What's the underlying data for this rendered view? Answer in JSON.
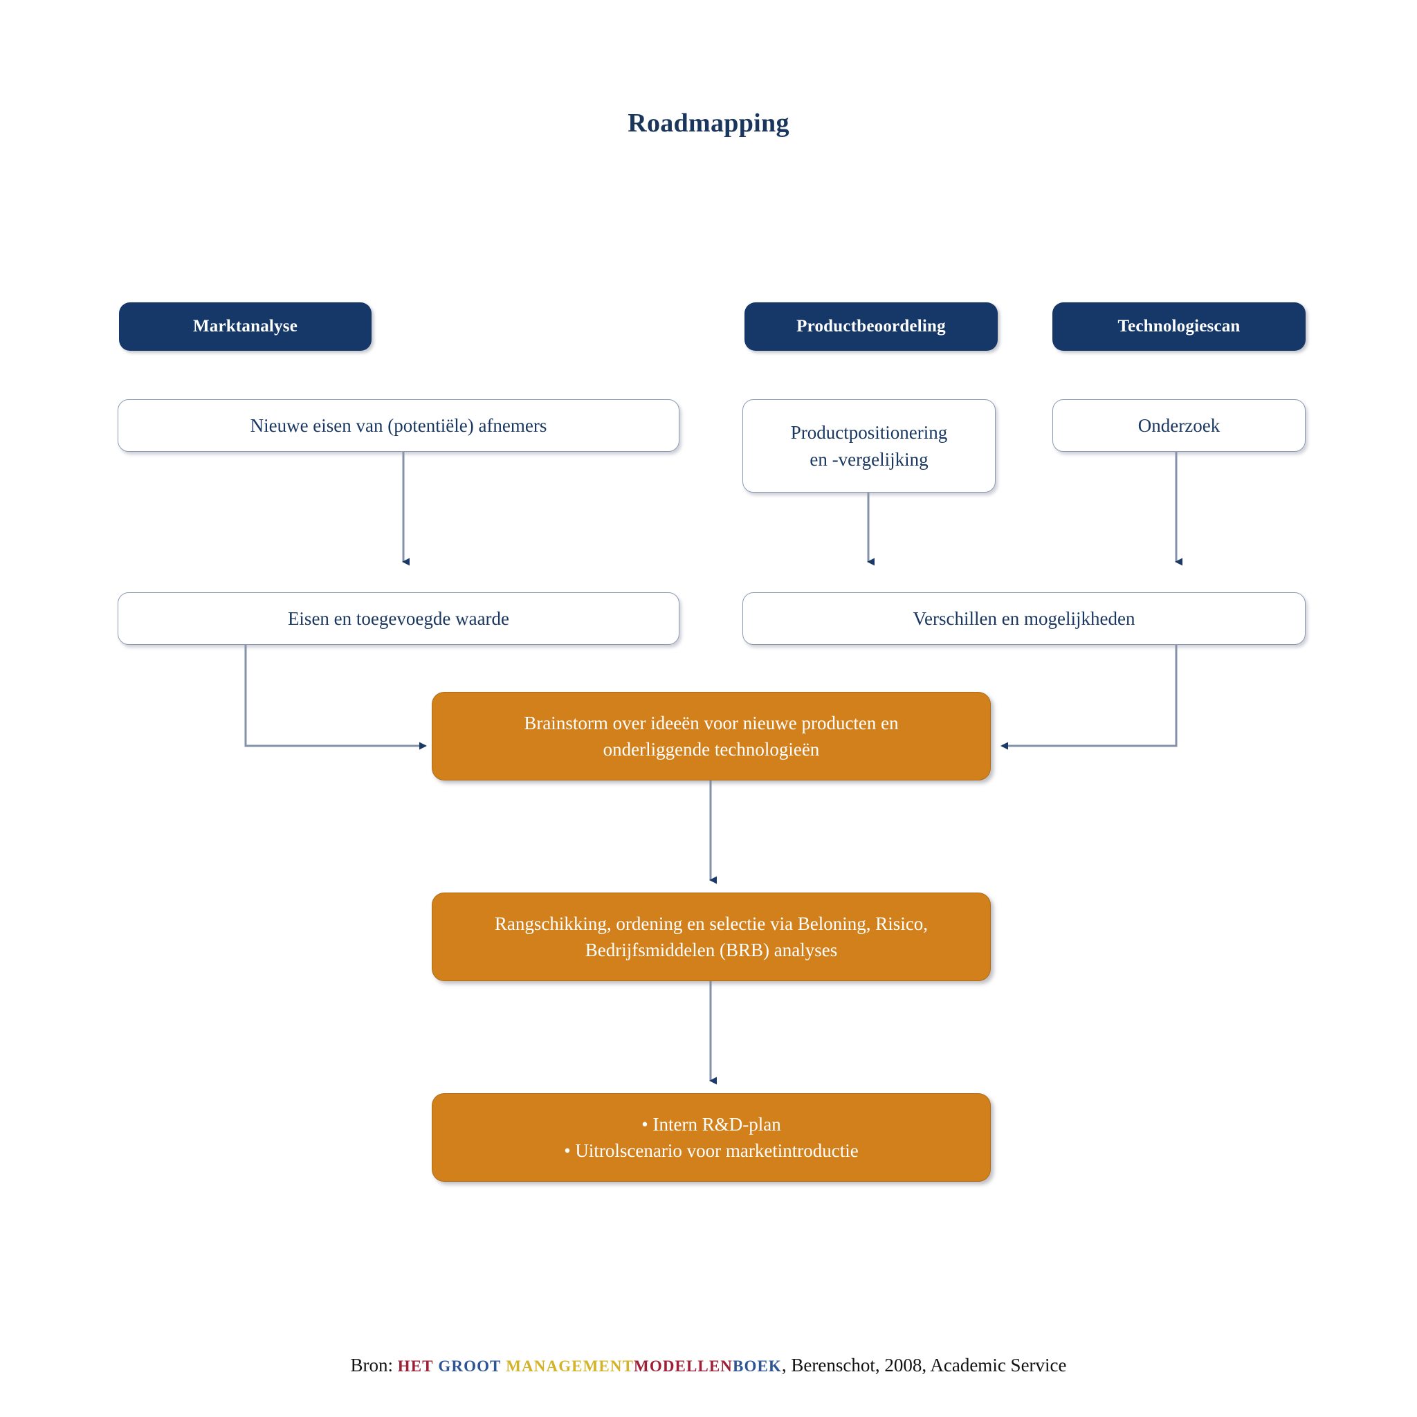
{
  "title": "Roadmapping",
  "colors": {
    "navy": "#153868",
    "orange": "#d2801b",
    "box_text": "#18365f",
    "box_border": "#8d9ab4",
    "connector_line": "#8491ab",
    "arrowhead": "#1b3a68",
    "background": "#ffffff"
  },
  "nodes": {
    "marktanalyse": "Marktanalyse",
    "productbeoordeling": "Productbeoordeling",
    "technologiescan": "Technologiescan",
    "nieuwe_eisen": "Nieuwe eisen van (potentiële) afnemers",
    "productpositionering_l1": "Productpositionering",
    "productpositionering_l2": "en -vergelijking",
    "onderzoek": "Onderzoek",
    "eisen_waarde": "Eisen en toegevoegde waarde",
    "verschillen": "Verschillen en mogelijkheden",
    "brainstorm_l1": "Brainstorm over ideeën voor nieuwe producten en",
    "brainstorm_l2": "onderliggende technologieën",
    "rangschikking_l1": "Rangschikking, ordening en selectie via Beloning, Risico,",
    "rangschikking_l2": "Bedrijfsmiddelen (BRB) analyses",
    "output_l1": "• Intern R&D-plan",
    "output_l2": "• Uitrolscenario voor marketintroductie"
  },
  "footer": {
    "prefix": "Bron:",
    "seg_het": "Het",
    "seg_groot": "Groot",
    "seg_management": "Management",
    "seg_modellen": "Modellen",
    "seg_boek": "boek",
    "suffix": ", Berenschot, 2008, Academic Service"
  }
}
